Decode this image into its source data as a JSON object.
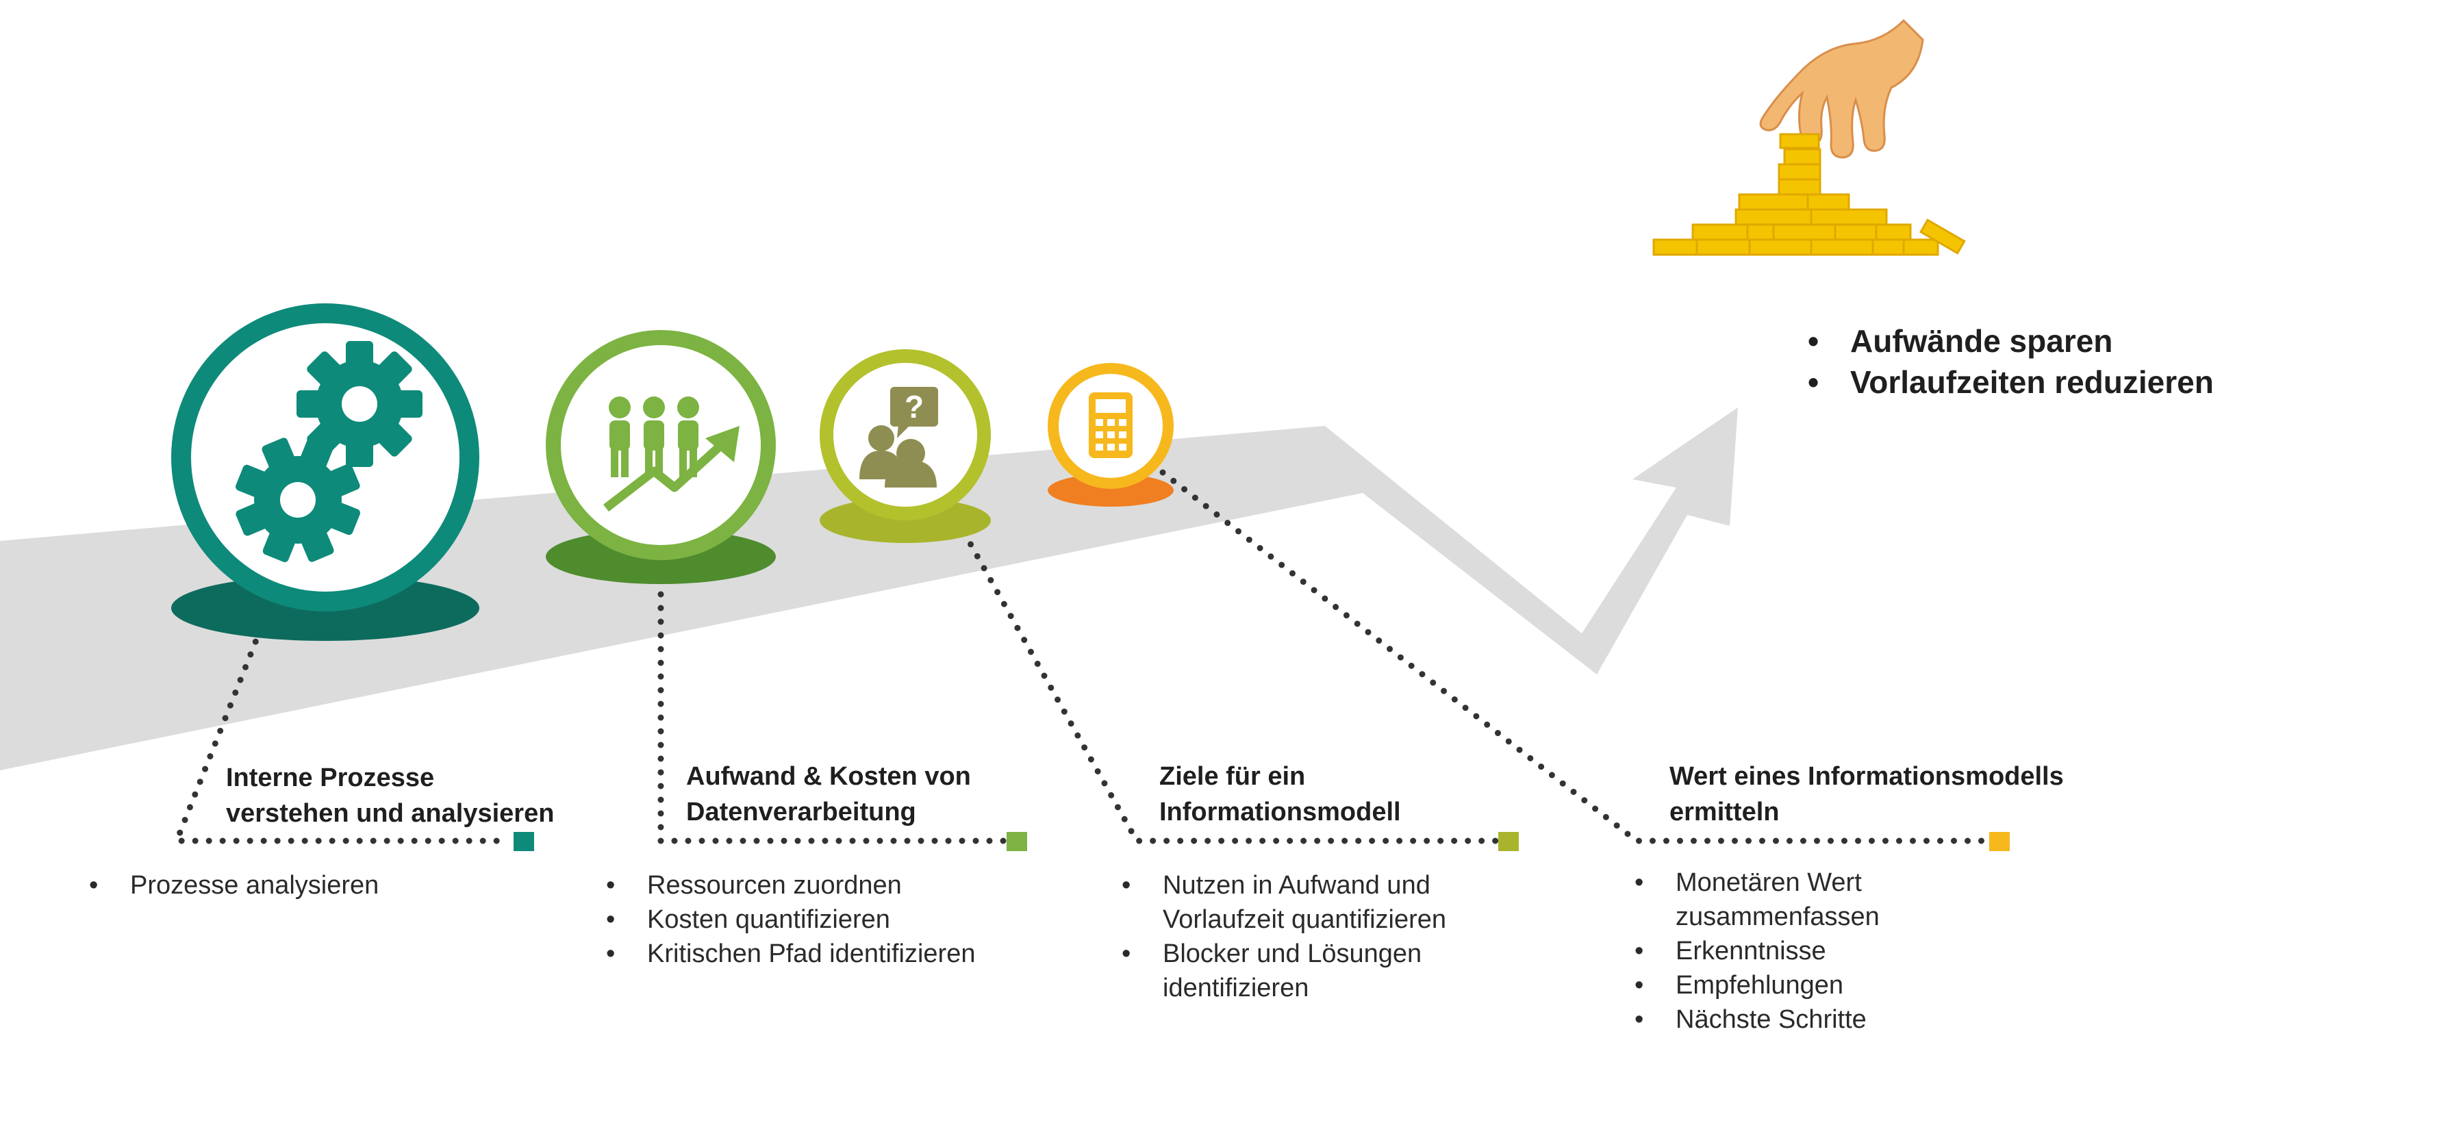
{
  "steps": [
    {
      "heading_line1": "Interne Prozesse",
      "heading_line2": "verstehen und analysieren",
      "icon": "gears-icon",
      "color": "#0e8a7a",
      "bullets": [
        "Prozesse analysieren"
      ]
    },
    {
      "heading_line1": "Aufwand & Kosten von",
      "heading_line2": "Datenverarbeitung",
      "icon": "people-growth-icon",
      "color": "#7cb342",
      "bullets": [
        "Ressourcen zuordnen",
        "Kosten quantifizieren",
        "Kritischen Pfad identifizieren"
      ]
    },
    {
      "heading_line1": "Ziele für ein",
      "heading_line2": "Informationsmodell",
      "icon": "consulting-question-icon",
      "color": "#a8b52c",
      "bullets_1_line1": "Nutzen in Aufwand und",
      "bullets_1_line2": "Vorlaufzeit quantifizieren",
      "bullets_2_line1": "Blocker und Lösungen",
      "bullets_2_line2": "identifizieren"
    },
    {
      "heading_line1": "Wert eines Informationsmodells",
      "heading_line2": "ermitteln",
      "icon": "calculator-icon",
      "color": "#f6b81d",
      "bullets_1_line1": "Monetären Wert",
      "bullets_1_line2": "zusammenfassen",
      "bullets_rest": [
        "Erkenntnisse",
        "Empfehlungen",
        "Nächste Schritte"
      ]
    }
  ],
  "goals": [
    "Aufwände sparen",
    "Vorlaufzeiten reduzieren"
  ],
  "goal_icon": "hand-coins-icon"
}
